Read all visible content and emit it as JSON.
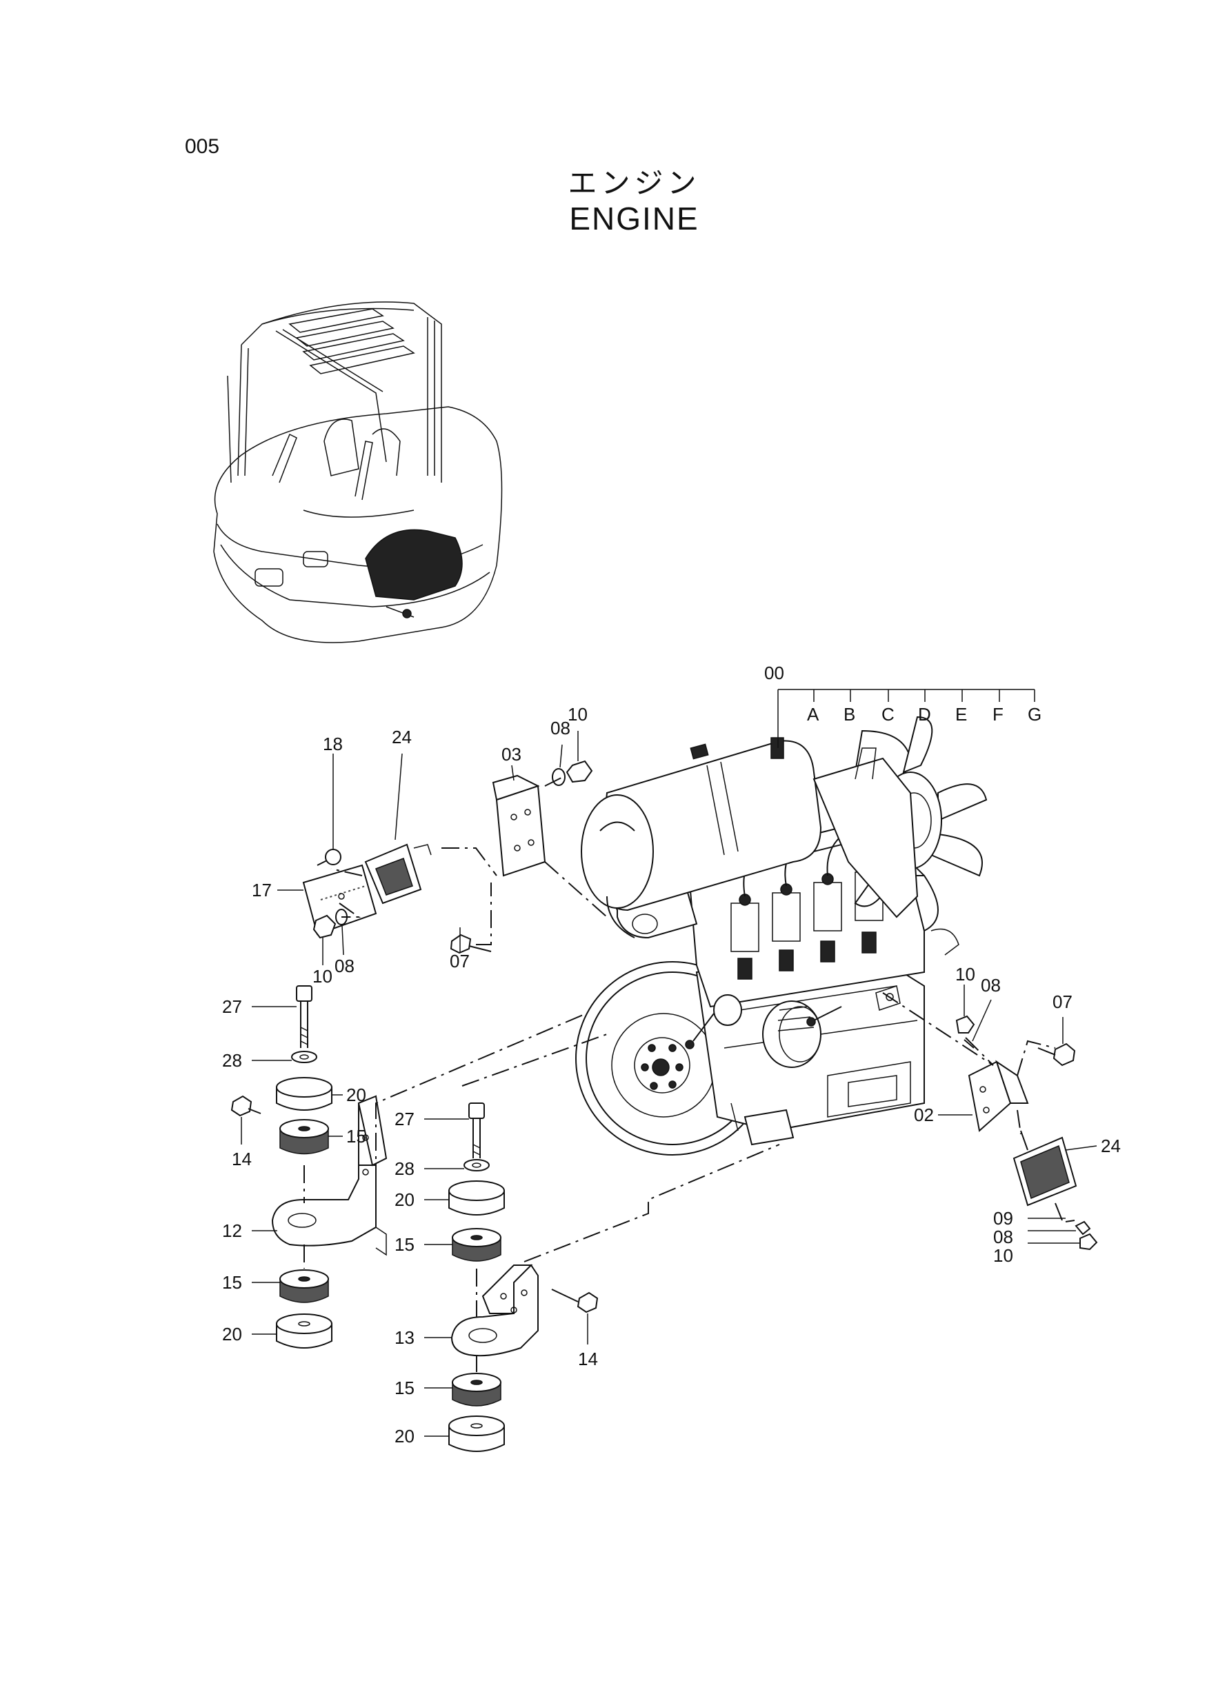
{
  "page": {
    "number": "005",
    "title_jp": "エンジン",
    "title_en": "ENGINE"
  },
  "callouts": [
    {
      "id": "c00",
      "text": "00"
    },
    {
      "id": "cA",
      "text": "A"
    },
    {
      "id": "cB",
      "text": "B"
    },
    {
      "id": "cC",
      "text": "C"
    },
    {
      "id": "cD",
      "text": "D"
    },
    {
      "id": "cE",
      "text": "E"
    },
    {
      "id": "cF",
      "text": "F"
    },
    {
      "id": "cG",
      "text": "G"
    },
    {
      "id": "c18",
      "text": "18"
    },
    {
      "id": "c24a",
      "text": "24"
    },
    {
      "id": "c03",
      "text": "03"
    },
    {
      "id": "c08a",
      "text": "08"
    },
    {
      "id": "c10a",
      "text": "10"
    },
    {
      "id": "c17",
      "text": "17"
    },
    {
      "id": "c10b",
      "text": "10"
    },
    {
      "id": "c08b",
      "text": "08"
    },
    {
      "id": "c07a",
      "text": "07"
    },
    {
      "id": "c27a",
      "text": "27"
    },
    {
      "id": "c28a",
      "text": "28"
    },
    {
      "id": "c20a",
      "text": "20"
    },
    {
      "id": "c15a",
      "text": "15"
    },
    {
      "id": "c14a",
      "text": "14"
    },
    {
      "id": "c27b",
      "text": "27"
    },
    {
      "id": "c28b",
      "text": "28"
    },
    {
      "id": "c20b",
      "text": "20"
    },
    {
      "id": "c15b",
      "text": "15"
    },
    {
      "id": "c12",
      "text": "12"
    },
    {
      "id": "c15c",
      "text": "15"
    },
    {
      "id": "c20c",
      "text": "20"
    },
    {
      "id": "c13",
      "text": "13"
    },
    {
      "id": "c14b",
      "text": "14"
    },
    {
      "id": "c15d",
      "text": "15"
    },
    {
      "id": "c20d",
      "text": "20"
    },
    {
      "id": "c10c",
      "text": "10"
    },
    {
      "id": "c08c",
      "text": "08"
    },
    {
      "id": "c07b",
      "text": "07"
    },
    {
      "id": "c02",
      "text": "02"
    },
    {
      "id": "c24b",
      "text": "24"
    },
    {
      "id": "c09",
      "text": "09"
    },
    {
      "id": "c08d",
      "text": "08"
    },
    {
      "id": "c10d",
      "text": "10"
    }
  ]
}
